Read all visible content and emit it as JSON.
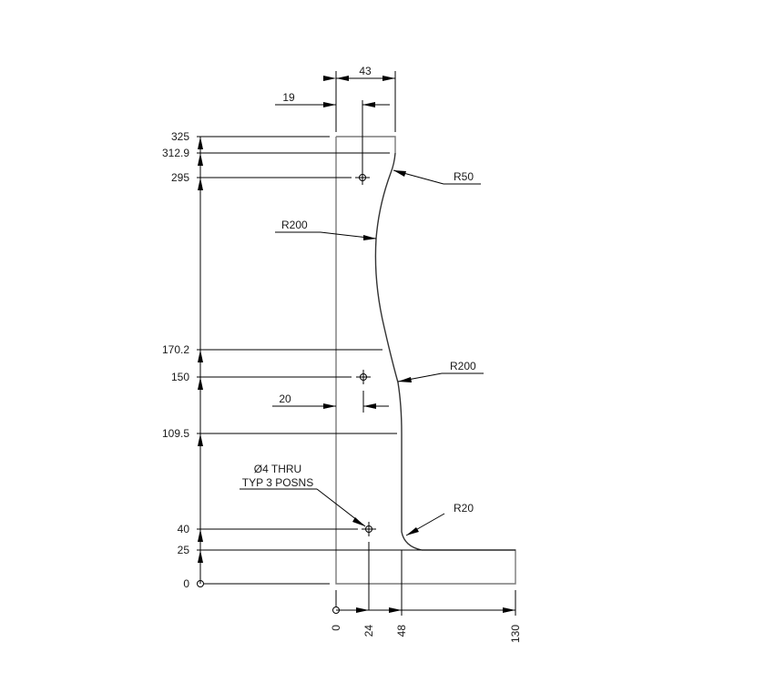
{
  "drawing": {
    "type": "mechanical part drawing (ordinate dimensioning)",
    "colors": {
      "part_outline": "#7a7a7a",
      "dimension_lines": "#000000",
      "text": "#1a1a1a",
      "background": "#ffffff"
    },
    "top_dimensions": {
      "overall_width": "43",
      "hole_offset": "19"
    },
    "ordinate_y_labels": [
      "325",
      "312.9",
      "295",
      "170.2",
      "150",
      "109.5",
      "40",
      "25",
      "0"
    ],
    "ordinate_x_labels": [
      "0",
      "24",
      "48",
      "130"
    ],
    "radius_callouts": {
      "r50": "R50",
      "r200_upper": "R200",
      "r200_lower": "R200",
      "r20": "R20"
    },
    "hole_offset_mid": "20",
    "hole_note": {
      "line1": "Ø4 THRU",
      "line2": "TYP 3 POSNS"
    }
  }
}
